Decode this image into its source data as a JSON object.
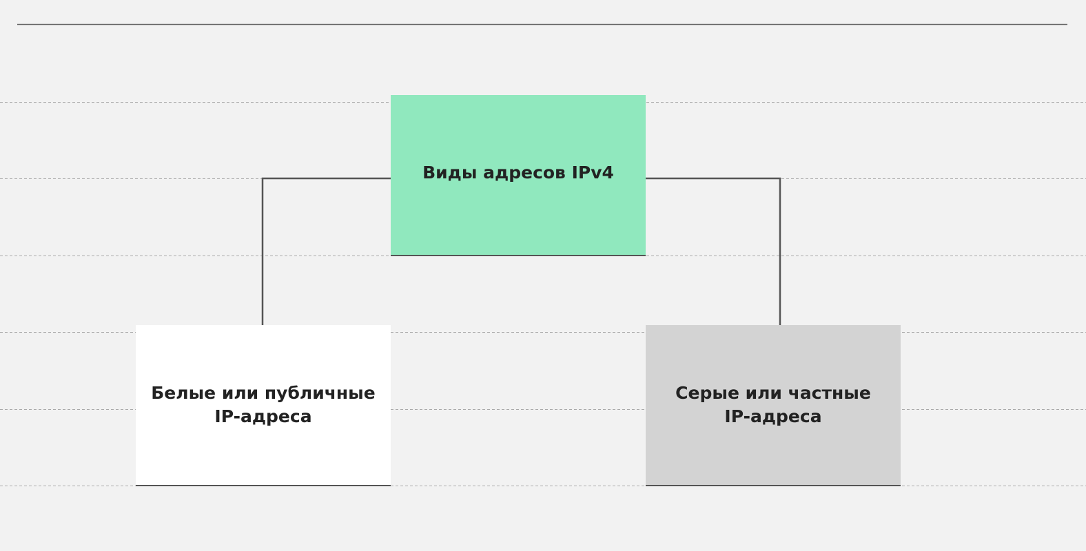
{
  "colors": {
    "background": "#f2f2f2",
    "root_fill": "#90e8be",
    "public_fill": "#ffffff",
    "private_fill": "#d3d3d3",
    "connector": "#555555",
    "grid": "#a8a8a8",
    "text": "#222222"
  },
  "nodes": {
    "root": {
      "label": "Виды адресов IPv4"
    },
    "public": {
      "label": "Белые или публичные\nIP-адреса"
    },
    "private": {
      "label": "Серые или частные\nIP-адреса"
    }
  }
}
